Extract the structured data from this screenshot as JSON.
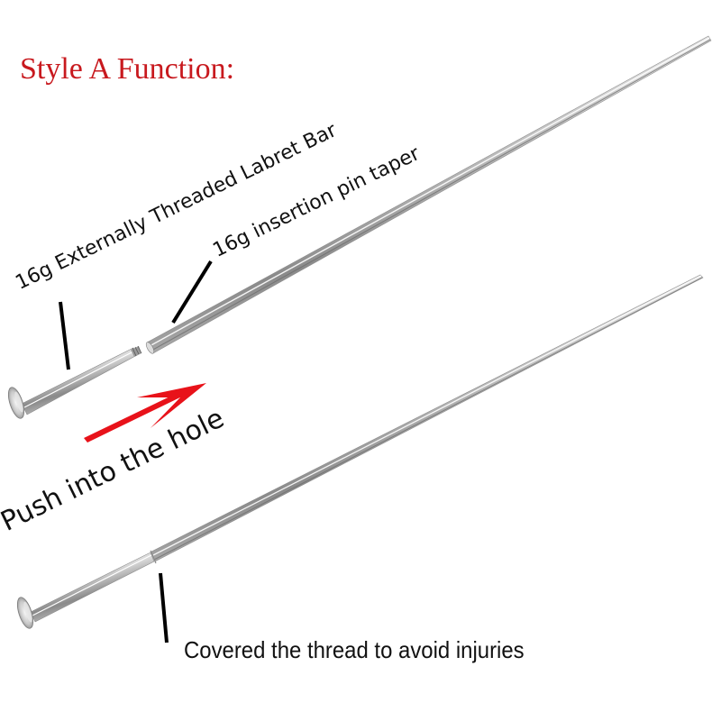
{
  "title": "Style A Function:",
  "labels": {
    "labret_bar": "16g Externally Threaded Labret Bar",
    "insertion_pin": "16g insertion pin taper",
    "push_instruction": "Push into the hole",
    "covered_thread": "Covered the thread to avoid injuries"
  },
  "colors": {
    "title": "#c8191e",
    "arrow": "#e8121a",
    "text": "#111111",
    "metal_light": "#f2f2f2",
    "metal_mid": "#b9b9b9",
    "metal_dark": "#6e6e6e"
  },
  "illustrations": {
    "top": "labret bar separated from tapered insertion pin",
    "bottom": "labret bar inserted into tapered insertion pin",
    "arrow_direction": "up-right"
  }
}
